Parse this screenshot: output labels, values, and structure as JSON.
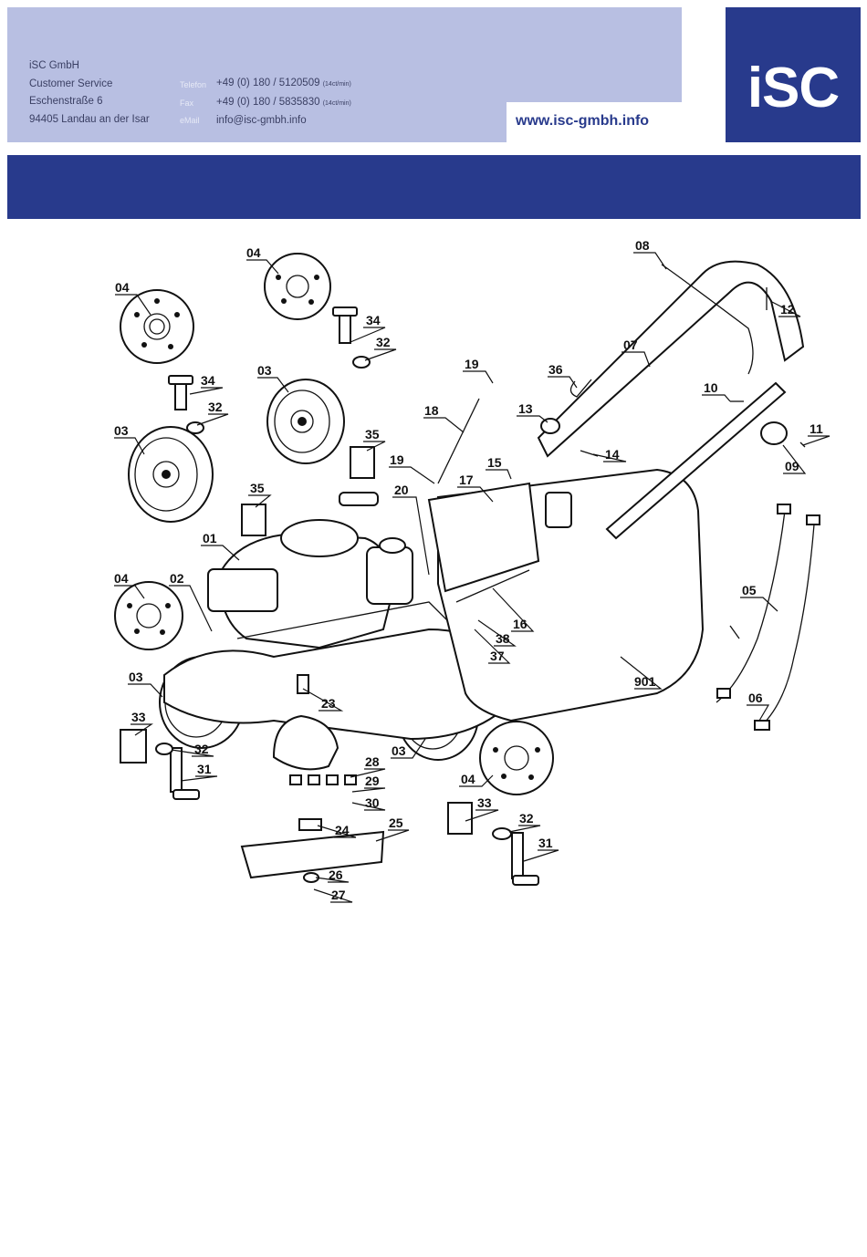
{
  "company": {
    "name": "iSC GmbH",
    "department": "Customer Service",
    "street": "Eschenstraße 6",
    "city": "94405 Landau an der Isar"
  },
  "contact": {
    "phone_label": "Telefon",
    "phone_value": "+49 (0) 180 / 5120509",
    "phone_rate": "(14ct/min)",
    "fax_label": "Fax",
    "fax_value": "+49 (0) 180 / 5835830",
    "fax_rate": "(14ct/min)",
    "email_label": "eMail",
    "email_value": "info@isc-gmbh.info"
  },
  "website": "www.isc-gmbh.info",
  "logo_text": "iSC",
  "colors": {
    "brand_blue": "#283a8c",
    "header_lavender": "#b8bfe2"
  },
  "diagram": {
    "part_labels": [
      "04",
      "04",
      "34",
      "32",
      "34",
      "32",
      "03",
      "03",
      "35",
      "35",
      "01",
      "02",
      "04",
      "03",
      "33",
      "32",
      "31",
      "23",
      "28",
      "29",
      "30",
      "24",
      "25",
      "26",
      "27",
      "03",
      "04",
      "33",
      "32",
      "31",
      "08",
      "12",
      "07",
      "36",
      "19",
      "13",
      "10",
      "11",
      "09",
      "14",
      "18",
      "19",
      "15",
      "17",
      "20",
      "16",
      "38",
      "37",
      "901",
      "05",
      "06"
    ]
  }
}
